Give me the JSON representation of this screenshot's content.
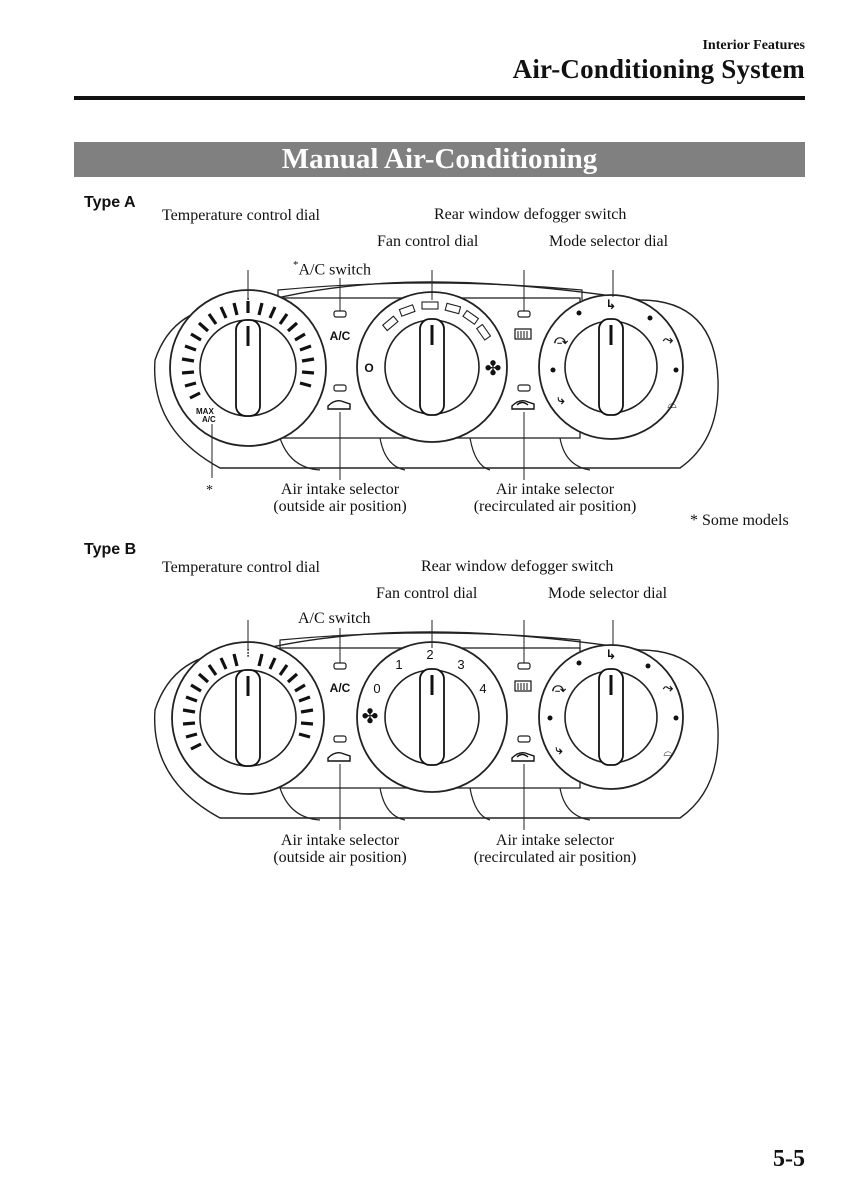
{
  "header": {
    "section": "Interior Features",
    "title": "Air-Conditioning System"
  },
  "banner": "Manual Air-Conditioning",
  "type_a": {
    "label": "Type A",
    "callouts": {
      "temp_dial": "Temperature control dial",
      "rear_defogger": "Rear window defogger switch",
      "fan_dial": "Fan control dial",
      "mode_dial": "Mode selector dial",
      "ac_switch_mark": "*",
      "ac_switch": "A/C switch",
      "asterisk": "*",
      "intake_outside_1": "Air intake selector",
      "intake_outside_2": "(outside air position)",
      "intake_recirc_1": "Air intake selector",
      "intake_recirc_2": "(recirculated air position)"
    },
    "panel_text": {
      "ac": "A/C",
      "fan_off": "O",
      "max": "MAX",
      "max_ac": "A/C"
    },
    "footnote": "* Some models"
  },
  "type_b": {
    "label": "Type B",
    "callouts": {
      "temp_dial": "Temperature control dial",
      "rear_defogger": "Rear window defogger switch",
      "fan_dial": "Fan control dial",
      "mode_dial": "Mode selector dial",
      "ac_switch": "A/C switch",
      "intake_outside_1": "Air intake selector",
      "intake_outside_2": "(outside air position)",
      "intake_recirc_1": "Air intake selector",
      "intake_recirc_2": "(recirculated air position)"
    },
    "panel_text": {
      "ac": "A/C",
      "fan_0": "0",
      "fan_1": "1",
      "fan_2": "2",
      "fan_3": "3",
      "fan_4": "4"
    }
  },
  "page_number": "5-5"
}
